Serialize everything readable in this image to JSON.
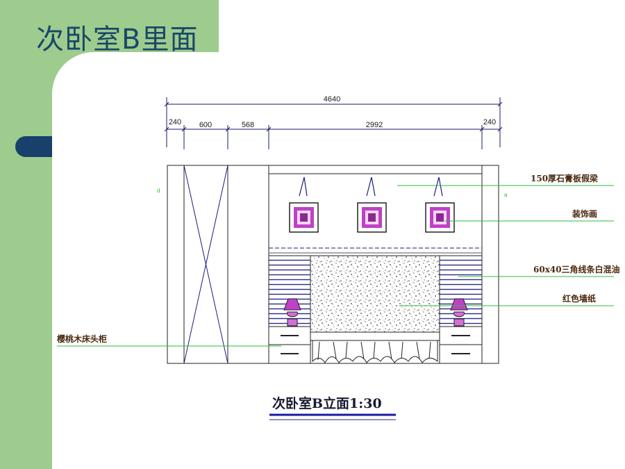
{
  "slide": {
    "title": "次卧室B里面",
    "accent_green": "#9ecc8e",
    "accent_navy": "#17406b"
  },
  "drawing": {
    "dimensions": {
      "total": "4640",
      "segments": [
        "240",
        "600",
        "568",
        "2992",
        "240"
      ]
    },
    "annotations": {
      "ceiling_beam": "150厚石膏板假梁",
      "paintings": "装饰画",
      "triangle_trim": "60x40三角线条白混油",
      "wallpaper": "红色墙纸",
      "cabinet": "樱桃木床头柜"
    },
    "side_marks": {
      "left": "d",
      "right": "a"
    },
    "caption": "次卧室B立面1:30"
  }
}
